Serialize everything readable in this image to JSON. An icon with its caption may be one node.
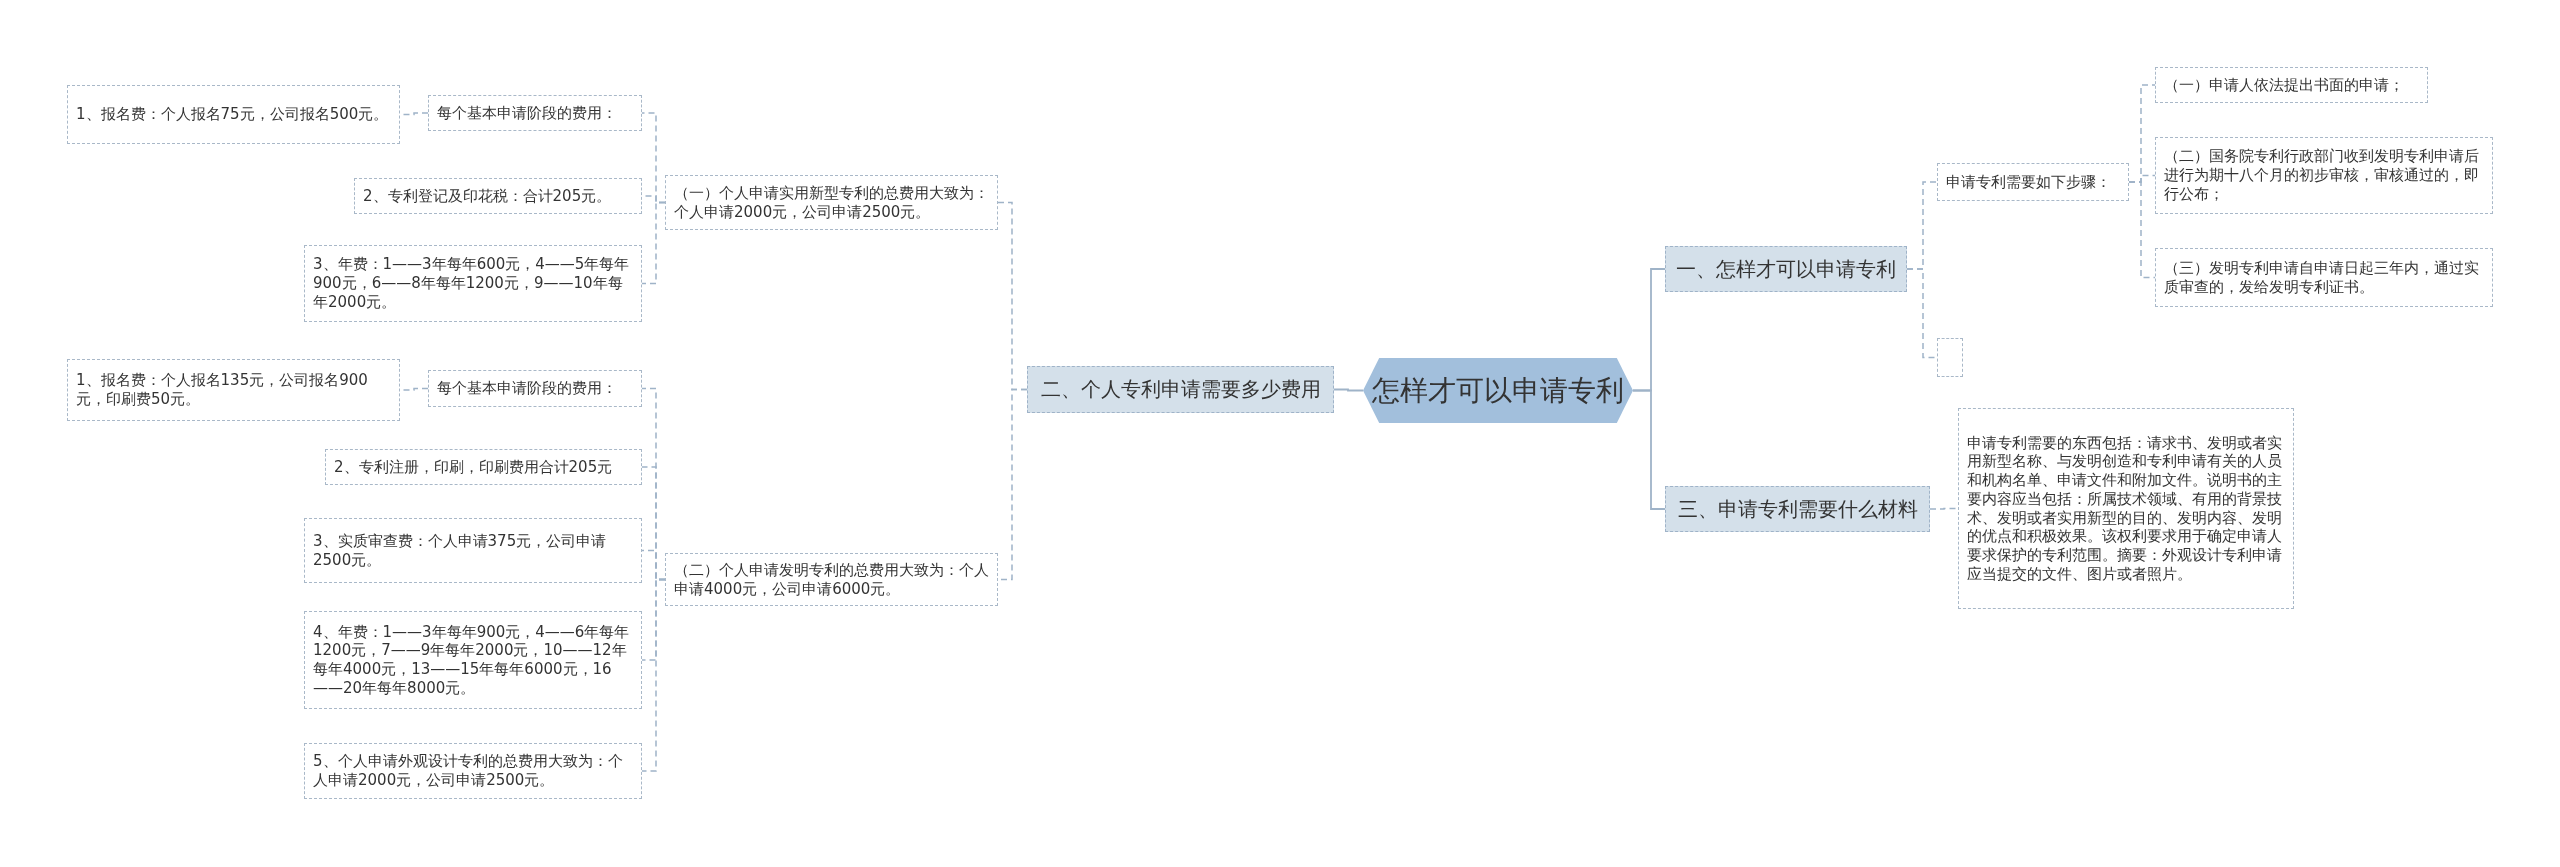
{
  "diagram": {
    "nodes": [
      {
        "text": [
          "怎样才可以申请专利"
        ]
      },
      {
        "text": [
          "一、怎样才可以申请专利"
        ]
      },
      {
        "text": [
          "申请专利需要如下步骤："
        ]
      },
      {
        "text": [
          "（一）申请人依法提出书面的申请；"
        ]
      },
      {
        "text": [
          "（二）国务院专利行政部门收到发明专利申请后进行为期十八个月的初步审核，审核通过的，即行公布；"
        ]
      },
      {
        "text": [
          "（三）发明专利申请自申请日起三年内，通过实质审查的，发给发明专利证书。"
        ]
      },
      {
        "text": [],
        "shape": "box"
      },
      {
        "text": [
          "三、申请专利需要什么材料"
        ]
      },
      {
        "text": [
          "申请专利需要的东西包括：请求书、发明或者实用新型名称、与发明创造和专利申请有关的人员和机构名单、申请文件和附加文件。说明书的主要内容应当包括：所属技术领域、有用的背景技术、发明或者实用新型的目的、发明内容、发明的优点和积极效果。该权利要求用于确定申请人要求保护的专利范围。摘要：外观设计专利申请应当提交的文件、图片或者照片。"
        ]
      },
      {
        "text": [
          "二、个人专利申请需要多少费用"
        ]
      },
      {
        "text": [
          "（一）个人申请实用新型专利的总费用大致为：个人申请2000元，公司申请2500元。"
        ]
      },
      {
        "text": [
          "每个基本申请阶段的费用："
        ]
      },
      {
        "text": [
          "1、报名费：个人报名75元，公司报名500元。"
        ]
      },
      {
        "text": [
          "2、专利登记及印花税：合计205元。"
        ]
      },
      {
        "text": [
          "3、年费：1——3年每年600元，4——5年每年900元，6——8年每年1200元，9——10年每年2000元。"
        ]
      },
      {
        "text": [
          "（二）个人申请发明专利的总费用大致为：个人申请4000元，公司申请6000元。"
        ]
      },
      {
        "text": [
          "每个基本申请阶段的费用："
        ]
      },
      {
        "text": [
          "1、报名费：个人报名135元，公司报名900元，印刷费50元。"
        ]
      },
      {
        "text": [
          "2、专利注册，印刷，印刷费用合计205元"
        ]
      },
      {
        "text": [
          "3、实质审查费：个人申请375元，公司申请2500元。"
        ]
      },
      {
        "text": [
          "4、年费：1——3年每年900元，4——6年每年1200元，7——9年每年2000元，10——12年每年4000元，13——15年每年6000元，16——20年每年8000元。"
        ]
      },
      {
        "text": [
          "5、个人申请外观设计专利的总费用大致为：个人申请2000元，公司申请2500元。"
        ]
      }
    ],
    "edges": [
      {
        "from": 0,
        "to": 1,
        "arrow": "none"
      },
      {
        "from": 0,
        "to": 7,
        "arrow": "none"
      },
      {
        "from": 0,
        "to": 9,
        "arrow": "none"
      },
      {
        "from": 1,
        "to": 2,
        "arrow": "none",
        "style": "dashed"
      },
      {
        "from": 1,
        "to": 6,
        "arrow": "none",
        "style": "dashed"
      },
      {
        "from": 2,
        "to": 3,
        "arrow": "none",
        "style": "dashed"
      },
      {
        "from": 2,
        "to": 4,
        "arrow": "none",
        "style": "dashed"
      },
      {
        "from": 2,
        "to": 5,
        "arrow": "none",
        "style": "dashed"
      },
      {
        "from": 7,
        "to": 8,
        "arrow": "none",
        "style": "dashed"
      },
      {
        "from": 9,
        "to": 10,
        "arrow": "none",
        "style": "dashed"
      },
      {
        "from": 9,
        "to": 15,
        "arrow": "none",
        "style": "dashed"
      },
      {
        "from": 10,
        "to": 11,
        "arrow": "none",
        "style": "dashed"
      },
      {
        "from": 10,
        "to": 13,
        "arrow": "none",
        "style": "dashed"
      },
      {
        "from": 10,
        "to": 14,
        "arrow": "none",
        "style": "dashed"
      },
      {
        "from": 11,
        "to": 12,
        "arrow": "none",
        "style": "dashed"
      },
      {
        "from": 15,
        "to": 16,
        "arrow": "none",
        "style": "dashed"
      },
      {
        "from": 15,
        "to": 18,
        "arrow": "none",
        "style": "dashed"
      },
      {
        "from": 15,
        "to": 19,
        "arrow": "none",
        "style": "dashed"
      },
      {
        "from": 15,
        "to": 20,
        "arrow": "none",
        "style": "dashed"
      },
      {
        "from": 15,
        "to": 21,
        "arrow": "none",
        "style": "dashed"
      },
      {
        "from": 16,
        "to": 17,
        "arrow": "none",
        "style": "dashed"
      }
    ]
  }
}
